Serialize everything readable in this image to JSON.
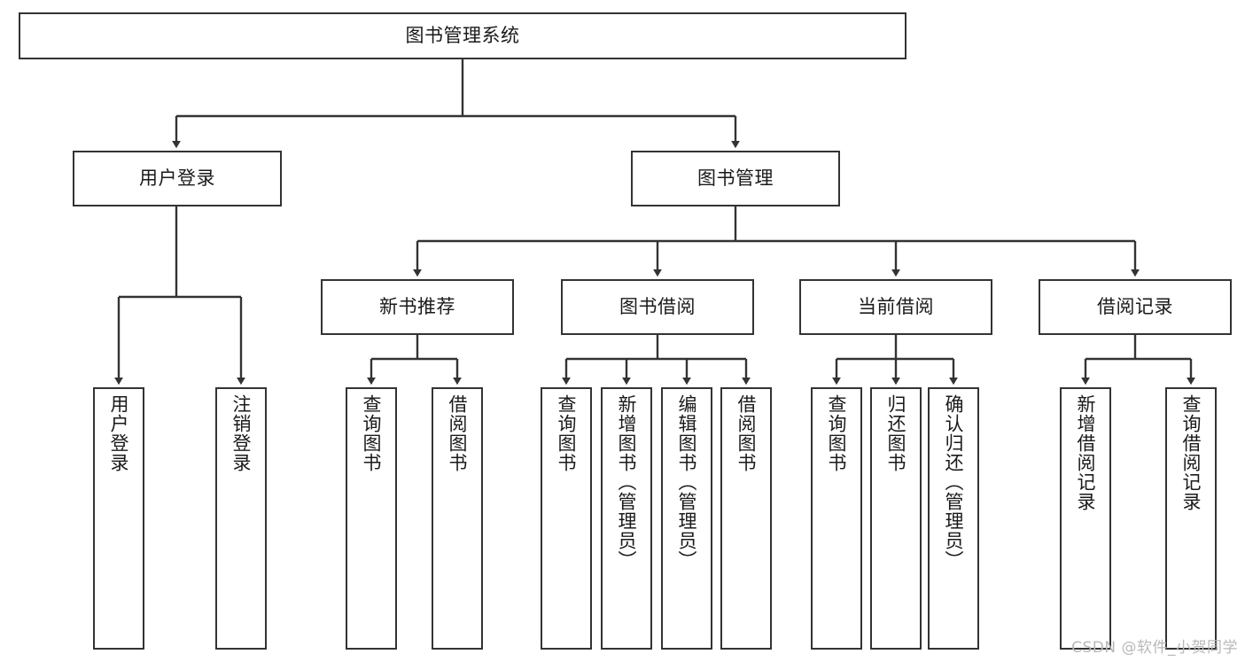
{
  "diagram": {
    "title": "图书管理系统",
    "type": "hierarchy-tree",
    "stroke_color": "#333333",
    "text_color": "#1a1a1a",
    "background_color": "#ffffff",
    "watermark": "CSDN @软件_小贺同学",
    "levels": {
      "root": {
        "label": "图书管理系统"
      },
      "level2": [
        {
          "label": "用户登录"
        },
        {
          "label": "图书管理"
        }
      ],
      "level3": [
        {
          "label": "新书推荐"
        },
        {
          "label": "图书借阅"
        },
        {
          "label": "当前借阅"
        },
        {
          "label": "借阅记录"
        }
      ],
      "leaves": {
        "user_login": [
          {
            "label": "用户登录"
          },
          {
            "label": "注销登录"
          }
        ],
        "new_book_recommend": [
          {
            "label": "查询图书"
          },
          {
            "label": "借阅图书"
          }
        ],
        "book_borrow": [
          {
            "label": "查询图书"
          },
          {
            "label": "新增图书（管理员）"
          },
          {
            "label": "编辑图书（管理员）"
          },
          {
            "label": "借阅图书"
          }
        ],
        "current_borrow": [
          {
            "label": "查询图书"
          },
          {
            "label": "归还图书"
          },
          {
            "label": "确认归还（管理员）"
          }
        ],
        "borrow_record": [
          {
            "label": "新增借阅记录"
          },
          {
            "label": "查询借阅记录"
          }
        ]
      }
    }
  }
}
